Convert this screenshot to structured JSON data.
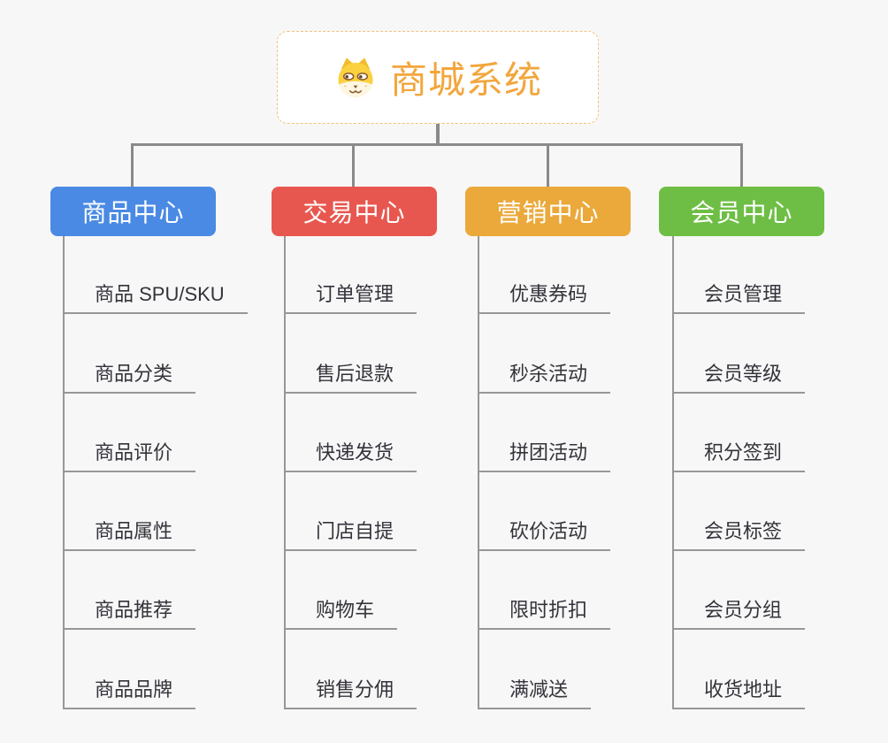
{
  "root": {
    "title": "商城系统",
    "icon": "doge-icon"
  },
  "branches": [
    {
      "id": "product-center",
      "label": "商品中心",
      "color": "#4a8ae4",
      "children": [
        "商品 SPU/SKU",
        "商品分类",
        "商品评价",
        "商品属性",
        "商品推荐",
        "商品品牌"
      ]
    },
    {
      "id": "trade-center",
      "label": "交易中心",
      "color": "#e8574f",
      "children": [
        "订单管理",
        "售后退款",
        "快递发货",
        "门店自提",
        "购物车",
        "销售分佣"
      ]
    },
    {
      "id": "marketing-center",
      "label": "营销中心",
      "color": "#eba93b",
      "children": [
        "优惠券码",
        "秒杀活动",
        "拼团活动",
        "砍价活动",
        "限时折扣",
        "满减送"
      ]
    },
    {
      "id": "member-center",
      "label": "会员中心",
      "color": "#6ebe45",
      "children": [
        "会员管理",
        "会员等级",
        "积分签到",
        "会员标签",
        "会员分组",
        "收货地址"
      ]
    }
  ],
  "colors": {
    "background": "#f7f7f7",
    "connector": "#8a8a8a",
    "child_line": "#979797",
    "root_accent": "#f2a63c",
    "root_border": "#f0c27e",
    "child_text": "#33333b"
  }
}
